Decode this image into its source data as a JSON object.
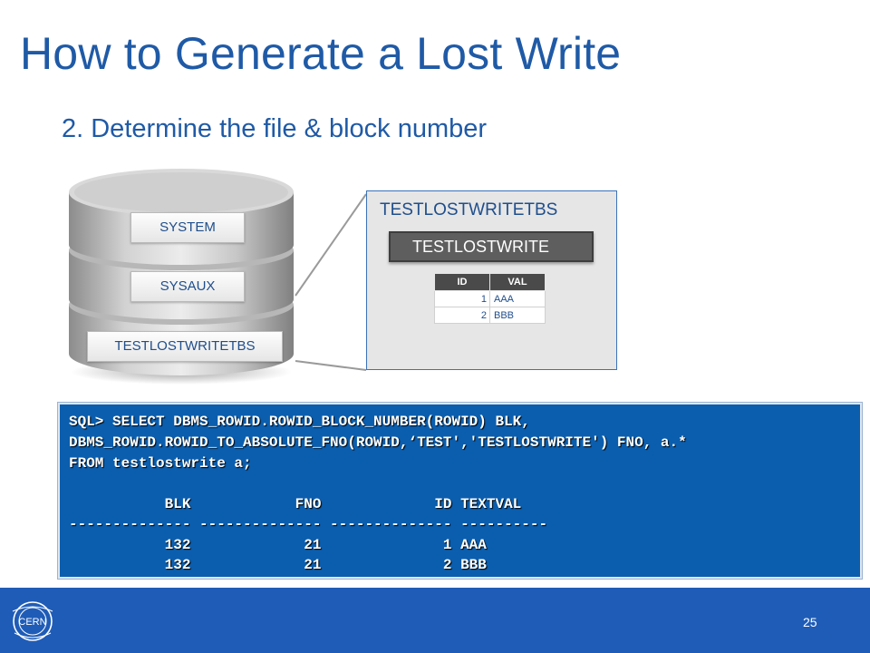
{
  "slide": {
    "title": "How to Generate a Lost Write",
    "subtitle": "2. Determine the file & block number",
    "page_number": "25"
  },
  "database": {
    "tablespaces": [
      "SYSTEM",
      "SYSAUX",
      "TESTLOSTWRITETBS"
    ]
  },
  "callout": {
    "tablespace_title": "TESTLOSTWRITETBS",
    "table_name": "TESTLOSTWRITE",
    "columns": [
      "ID",
      "VAL"
    ],
    "rows": [
      [
        "1",
        "AAA"
      ],
      [
        "2",
        "BBB"
      ]
    ]
  },
  "sql_output": {
    "lines": [
      "SQL> SELECT DBMS_ROWID.ROWID_BLOCK_NUMBER(ROWID) BLK,",
      "DBMS_ROWID.ROWID_TO_ABSOLUTE_FNO(ROWID,‘TEST','TESTLOSTWRITE') FNO, a.*",
      "FROM testlostwrite a;",
      "",
      "           BLK            FNO             ID TEXTVAL",
      "-------------- -------------- -------------- ----------",
      "           132             21              1 AAA",
      "           132             21              2 BBB"
    ]
  },
  "footer": {
    "logo_text": "CERN"
  },
  "colors": {
    "title_blue": "#1f5aa6",
    "sql_background": "#0b5eae",
    "footer_blue": "#1f5cb7"
  }
}
